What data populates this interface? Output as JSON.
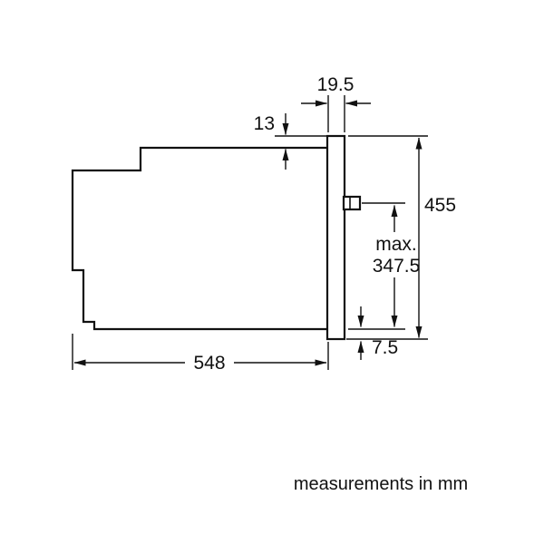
{
  "diagram": {
    "note": "measurements in mm",
    "dimensions": {
      "top_width": "19.5",
      "top_overhang": "13",
      "total_height": "455",
      "max_prefix": "max.",
      "max_height": "347.5",
      "bottom_overhang": "7.5",
      "depth": "548"
    },
    "colors": {
      "line": "#111111",
      "background": "#ffffff"
    }
  }
}
